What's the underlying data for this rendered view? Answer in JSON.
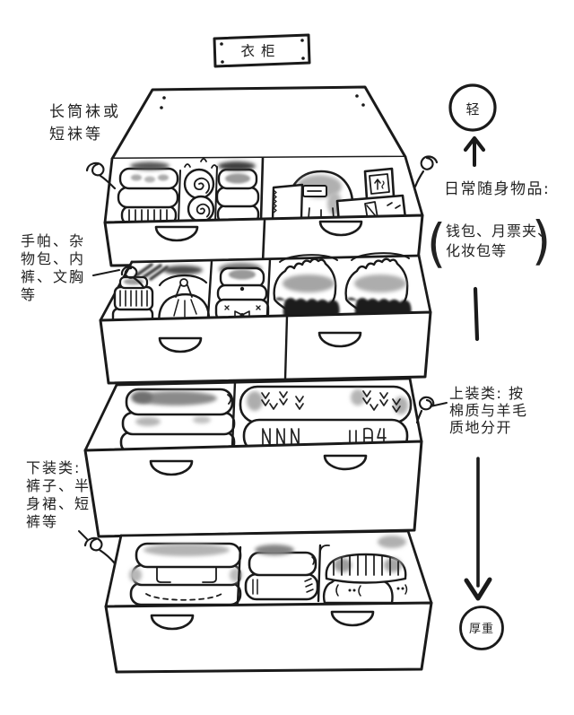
{
  "sign": {
    "label": "衣柜"
  },
  "labels": {
    "socks": "长筒袜或\n短袜等",
    "misc": "手帕、杂\n物包、内\n裤、文胸\n等",
    "bottoms": "下装类:\n裤子、半\n身裙、短\n裤等",
    "daily_title": "日常随身物品:",
    "daily_items": "钱包、月票夹、\n化妆包等",
    "paren_open": "(",
    "paren_close": ")",
    "tops": "上装类: 按\n棉质与羊毛\n质地分开",
    "light": "轻",
    "heavy": "厚重"
  },
  "colors": {
    "ink": "#1a1a1a",
    "paper": "#ffffff",
    "smudge_light": "#b5b5b5",
    "smudge_mid": "#8c8c8c",
    "smudge_dark": "#555555",
    "lace_dark": "#1e1e1e"
  },
  "drawers": [
    {
      "name": "drawer-1",
      "items": [
        "rolled-socks",
        "spiral-sock-rolls",
        "striped-sock-roll",
        "notepad",
        "round-pouch",
        "photo-frame",
        "small-box"
      ]
    },
    {
      "name": "drawer-2",
      "items": [
        "striped-handkerchiefs",
        "drawstring-pouch",
        "folded-underwear",
        "bras"
      ]
    },
    {
      "name": "drawer-3",
      "items": [
        "folded-cotton-tops",
        "knit-sweater-herringbone",
        "knit-sweater-ribbed"
      ]
    },
    {
      "name": "drawer-4",
      "items": [
        "folded-pants-with-pockets",
        "folded-plain-pants",
        "corduroy-folded-pants"
      ]
    }
  ]
}
